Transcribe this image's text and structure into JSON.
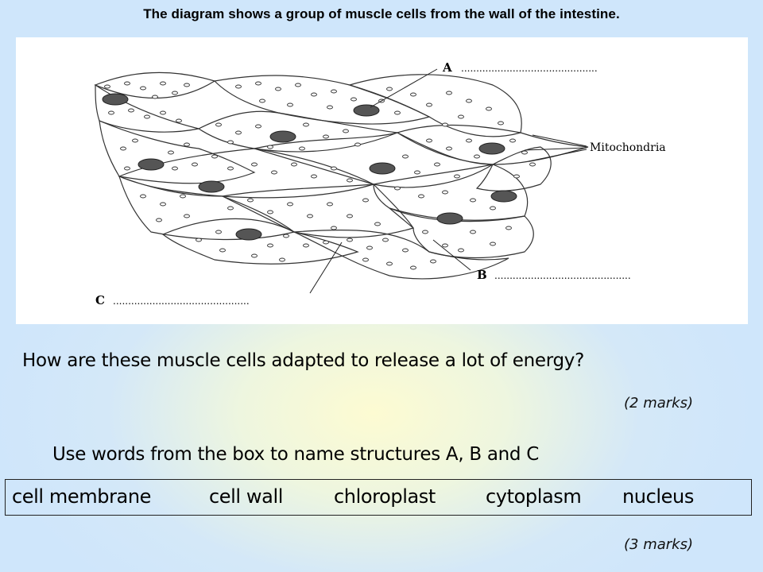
{
  "header": {
    "title": "The diagram shows a group of muscle cells from the wall of the intestine."
  },
  "diagram": {
    "label_a": "A",
    "label_b": "B",
    "label_c": "C",
    "label_mitochondria": "Mitochondria",
    "answer_line": "............................................."
  },
  "question": {
    "text": "How are these muscle cells adapted to release a lot of energy?",
    "marks": "(2 marks)"
  },
  "task": {
    "instruction": "Use words from the box to name structures A, B and C",
    "words": [
      "cell membrane",
      "cell wall",
      "chloroplast",
      "cytoplasm",
      "nucleus"
    ],
    "marks": "(3 marks)"
  }
}
